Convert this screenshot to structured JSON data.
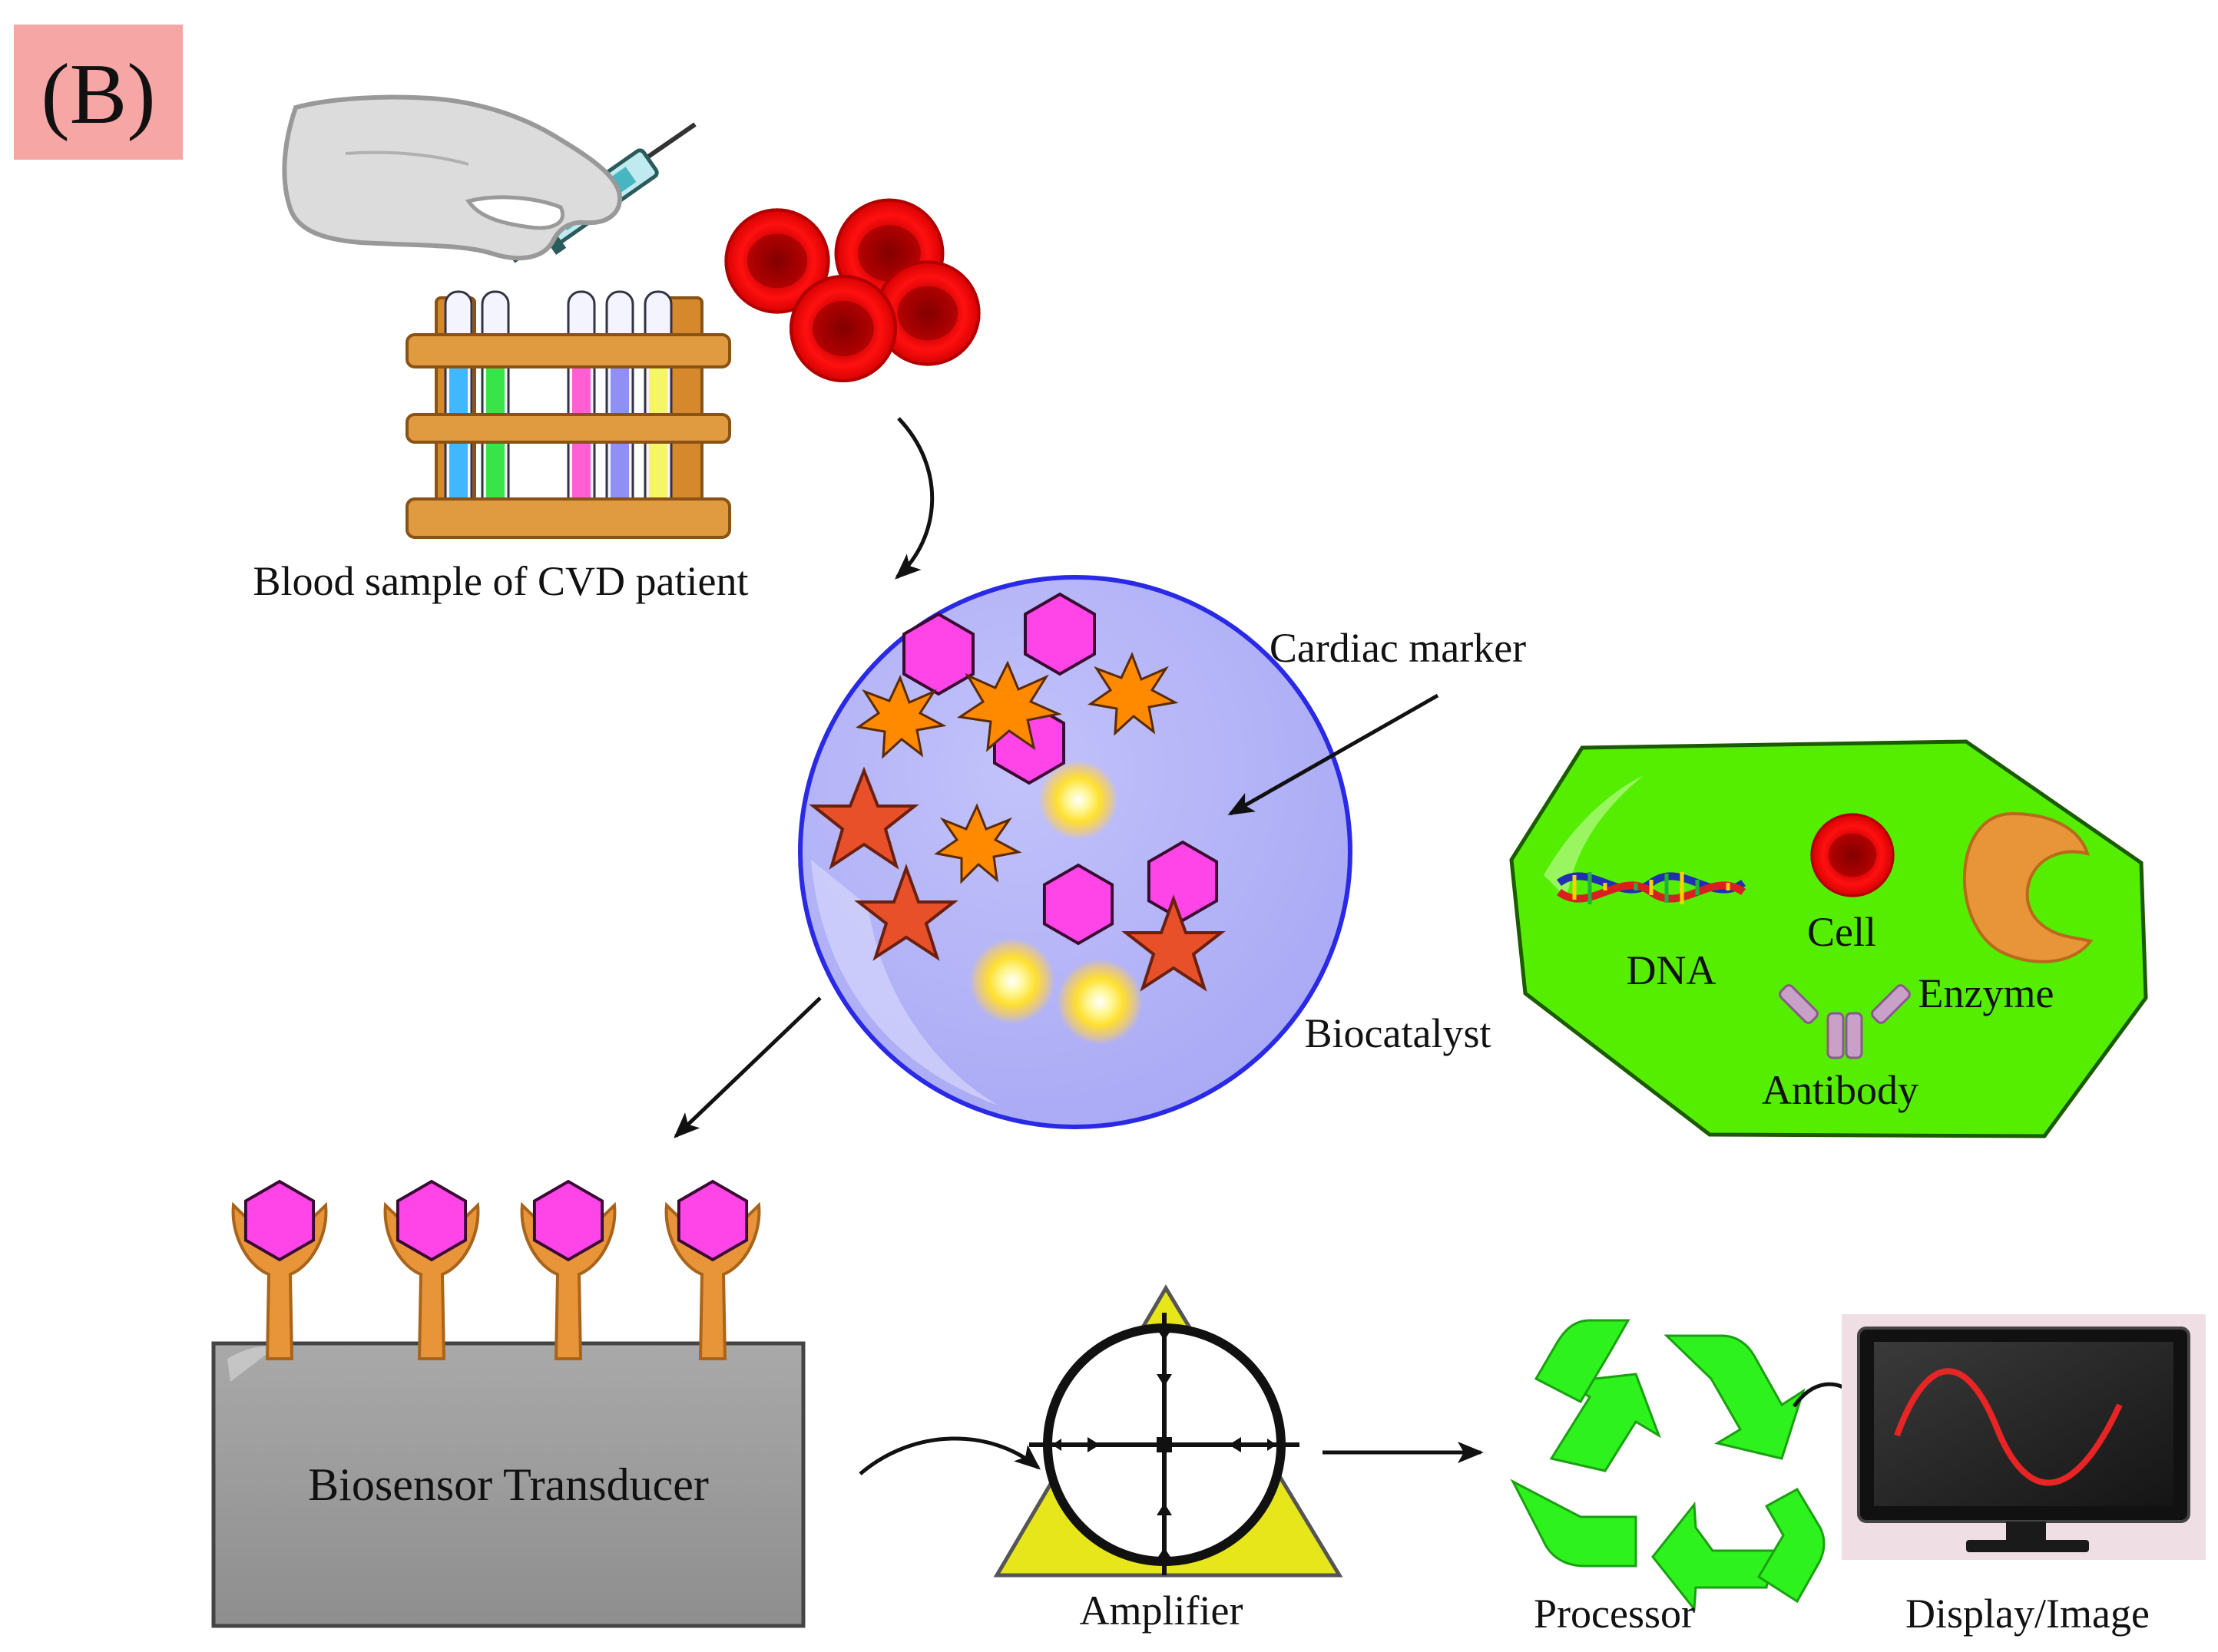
{
  "panel_label": "(B)",
  "labels": {
    "blood_sample": "Blood sample of CVD patient",
    "cardiac_marker": "Cardiac marker",
    "biocatalyst": "Biocatalyst",
    "dna": "DNA",
    "cell": "Cell",
    "enzyme": "Enzyme",
    "antibody": "Antibody",
    "transducer": "Biosensor Transducer",
    "amplifier": "Amplifier",
    "processor": "Processor",
    "display": "Display/Image"
  },
  "colors": {
    "panel_label_bg": "#f7a6a6",
    "blood_cell_red": "#e00000",
    "marker_disc_fill": "#b3b3f8",
    "marker_disc_stroke": "#2a2ae6",
    "hexagon_magenta": "#ff45e8",
    "starburst_orange": "#ff8a00",
    "star_red_orange": "#e8502a",
    "glow_yellow": "#ffe24a",
    "biocatalyst_green": "#55ee00",
    "receptor_orange": "#e8953a",
    "transducer_gray": "#9a9a9a",
    "amplifier_yellow": "#e6e61a",
    "recycle_green": "#2ef21e",
    "monitor_wave_red": "#e82424"
  },
  "tube_colors": [
    "#3fb8ff",
    "#39e34a",
    "#ff5fd2",
    "#8f8ff5",
    "#f5f56a"
  ]
}
